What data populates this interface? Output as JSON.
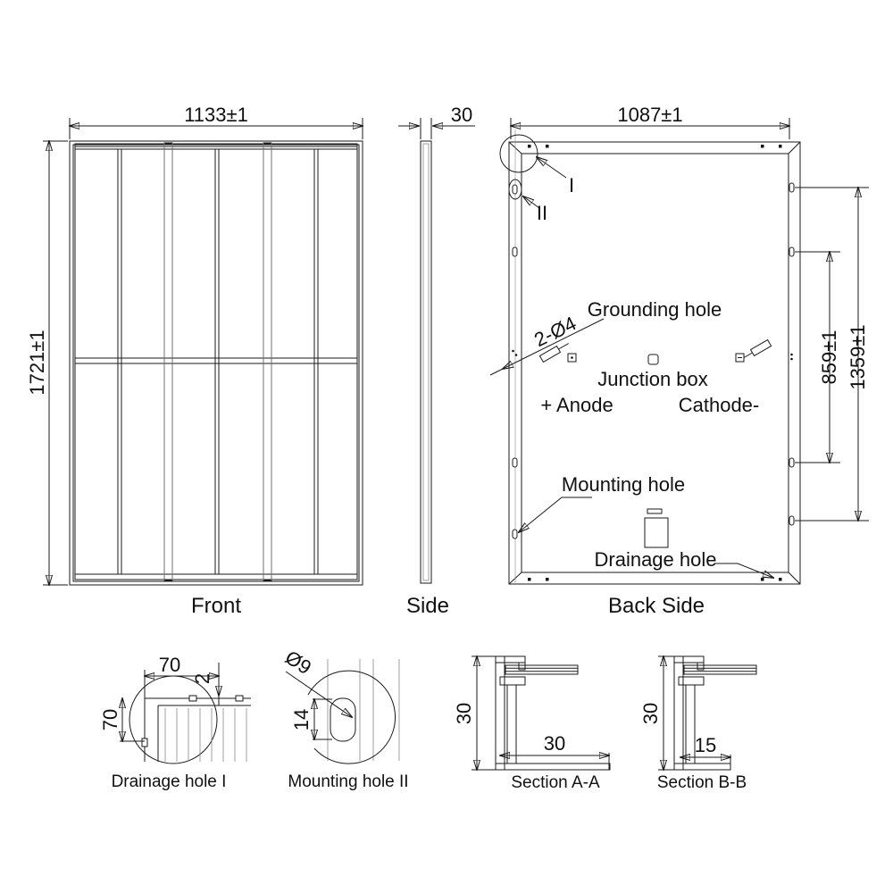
{
  "views": {
    "front": {
      "label": "Front",
      "width_dim": "1133±1",
      "height_dim": "1721±1"
    },
    "side": {
      "label": "Side",
      "thickness_dim": "30"
    },
    "back": {
      "label": "Back Side",
      "width_dim": "1087±1",
      "mount_inner_dim": "859±1",
      "mount_outer_dim": "1359±1",
      "grounding_hole": "Grounding hole",
      "grounding_spec": "2-Ø4",
      "junction_box": "Junction box",
      "anode": "+ Anode",
      "cathode": "Cathode-",
      "mounting_hole": "Mounting hole",
      "drainage_hole": "Drainage hole",
      "detail_i": "I",
      "detail_ii": "II"
    }
  },
  "details": {
    "drainage": {
      "label": "Drainage hole I",
      "width_dim": "70",
      "height_dim": "70",
      "glass_dim": "2"
    },
    "mounting": {
      "label": "Mounting hole II",
      "dia_dim": "Ø9",
      "length_dim": "14"
    },
    "section_aa": {
      "label": "Section A-A",
      "height_dim": "30",
      "flange_dim": "30"
    },
    "section_bb": {
      "label": "Section B-B",
      "height_dim": "30",
      "flange_dim": "15"
    }
  },
  "colors": {
    "line": "#1a1a1a",
    "band": "#333333",
    "cell_bg": "#f0f0f0"
  }
}
